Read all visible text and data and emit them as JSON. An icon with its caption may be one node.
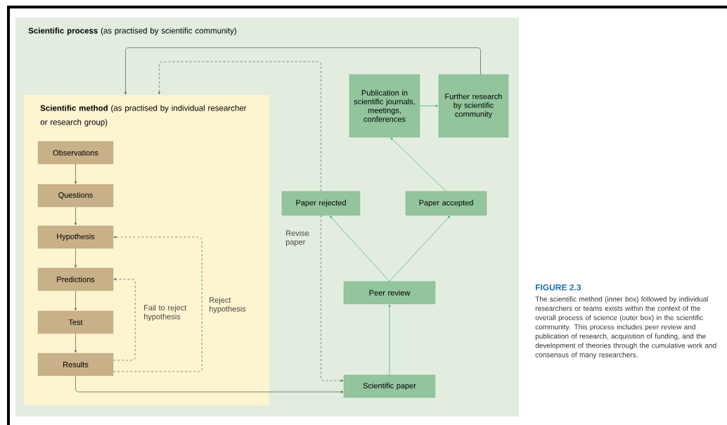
{
  "diagram": {
    "title": "FIGURE 2.3",
    "caption": "The scientific method (inner box) followed by individual researchers or teams exists within the context of the overall process of science (outer box) in the scientific community. This process includes peer review and publication of research, acquisition of funding, and the development of theories through the cumulative work and consensus of many researchers.",
    "nodes": [
      {
        "text": [
          "**Scientific process** (as practised by scientific community)"
        ]
      },
      {
        "text": [
          "**Scientific method** (as practised by individual researcher or research group)"
        ],
        "in": 0
      },
      {
        "text": [
          "Observations"
        ],
        "in": 1
      },
      {
        "text": [
          "Questions"
        ],
        "in": 1
      },
      {
        "text": [
          "Hypothesis"
        ],
        "in": 1
      },
      {
        "text": [
          "Predictions"
        ],
        "in": 1
      },
      {
        "text": [
          "Test"
        ],
        "in": 1
      },
      {
        "text": [
          "Results"
        ],
        "in": 1
      },
      {
        "text": [
          "Publication in scientific journals, meetings, conferences"
        ],
        "in": 0
      },
      {
        "text": [
          "Further research by scientific community"
        ],
        "in": 0
      },
      {
        "text": [
          "Paper rejected"
        ],
        "in": 0
      },
      {
        "text": [
          "Paper accepted"
        ],
        "in": 0
      },
      {
        "text": [
          "Peer review"
        ],
        "in": 0
      },
      {
        "text": [
          "Scientific paper"
        ],
        "in": 0
      }
    ],
    "edges": [
      {
        "from": 2,
        "to": 3,
        "arrow": "to"
      },
      {
        "from": 3,
        "to": 4,
        "arrow": "to"
      },
      {
        "from": 4,
        "to": 5,
        "arrow": "to"
      },
      {
        "from": 5,
        "to": 6,
        "arrow": "to"
      },
      {
        "from": 6,
        "to": 7,
        "arrow": "to"
      },
      {
        "from": 7,
        "to": 5,
        "arrow": "to",
        "style": "dashed",
        "label": "Fail to reject hypothesis"
      },
      {
        "from": 7,
        "to": 4,
        "arrow": "to",
        "style": "dashed",
        "label": "Reject hypothesis"
      },
      {
        "from": 7,
        "to": 13,
        "arrow": "to"
      },
      {
        "from": 13,
        "to": 12,
        "arrow": "to",
        "color": "#3fae6e"
      },
      {
        "from": 12,
        "to": 10,
        "arrow": "to",
        "color": "#3fae6e"
      },
      {
        "from": 12,
        "to": 11,
        "arrow": "to",
        "color": "#3fae6e"
      },
      {
        "from": 11,
        "to": 8,
        "arrow": "to",
        "color": "#3fae6e"
      },
      {
        "from": 8,
        "to": 9,
        "arrow": "to",
        "color": "#3fae6e"
      },
      {
        "from": 9,
        "to": 1,
        "arrow": "to"
      },
      {
        "from": 10,
        "to": 1,
        "arrow": "to",
        "style": "dashed"
      },
      {
        "from": 10,
        "to": 13,
        "arrow": "to",
        "style": "dashed",
        "label": "Revise paper"
      }
    ]
  }
}
